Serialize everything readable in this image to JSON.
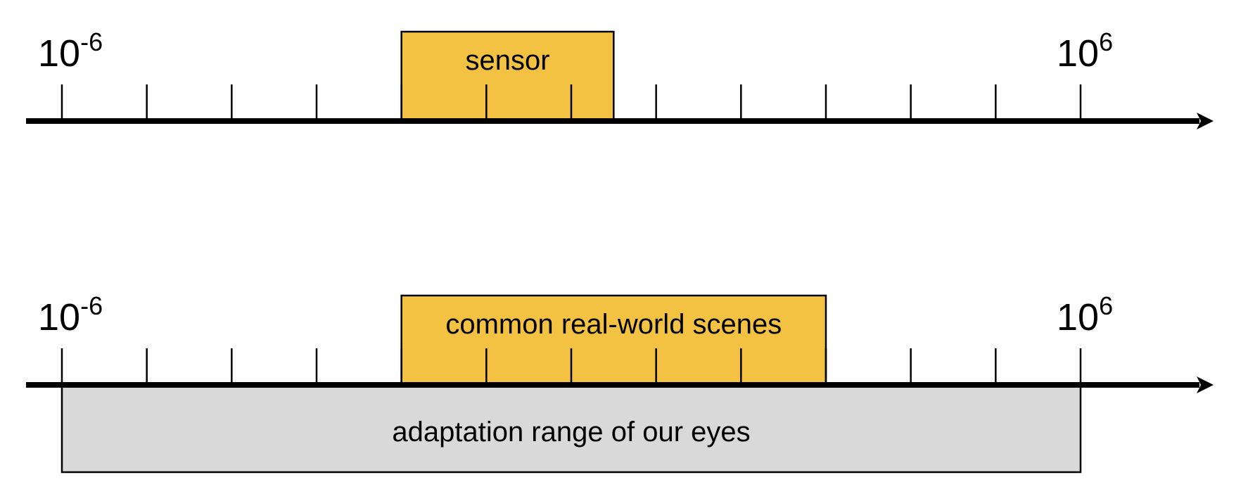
{
  "chart_data": [
    {
      "type": "range-diagram",
      "name": "sensor-axis",
      "scale": "log10",
      "axis_range_exponent": [
        -6,
        6
      ],
      "tick_exponents": [
        -6,
        -5,
        -4,
        -3,
        -2,
        -1,
        0,
        1,
        2,
        3,
        4,
        5,
        6
      ],
      "end_labels": [
        {
          "base": "10",
          "exp": "-6"
        },
        {
          "base": "10",
          "exp": "6"
        }
      ],
      "ranges": [
        {
          "label": "sensor",
          "from_exp": -2,
          "to_exp": 0.5,
          "color": "#f4c242",
          "position": "above"
        }
      ]
    },
    {
      "type": "range-diagram",
      "name": "scene-axis",
      "scale": "log10",
      "axis_range_exponent": [
        -6,
        6
      ],
      "tick_exponents": [
        -6,
        -5,
        -4,
        -3,
        -2,
        -1,
        0,
        1,
        2,
        3,
        4,
        5,
        6
      ],
      "end_labels": [
        {
          "base": "10",
          "exp": "-6"
        },
        {
          "base": "10",
          "exp": "6"
        }
      ],
      "ranges": [
        {
          "label": "common real-world scenes",
          "from_exp": -2,
          "to_exp": 3,
          "color": "#f4c242",
          "position": "above"
        },
        {
          "label": "adaptation range of our eyes",
          "from_exp": -6,
          "to_exp": 6,
          "color": "#d9d9d9",
          "position": "below"
        }
      ]
    }
  ]
}
